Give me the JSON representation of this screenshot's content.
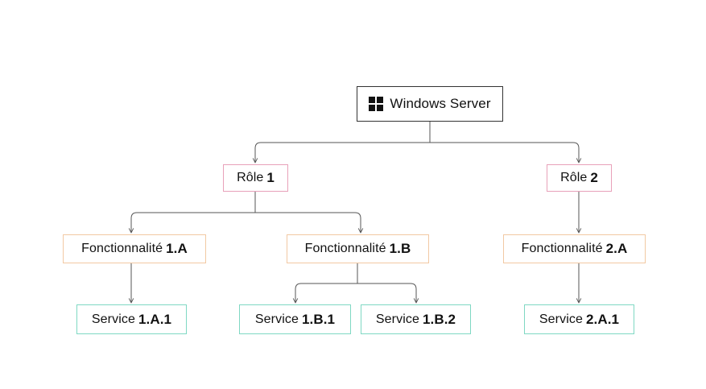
{
  "diagram": {
    "root": {
      "label": "Windows Server",
      "icon": "windows-logo-icon"
    },
    "roles": [
      {
        "label": "Rôle",
        "code": "1"
      },
      {
        "label": "Rôle",
        "code": "2"
      }
    ],
    "features": [
      {
        "label": "Fonctionnalité",
        "code": "1.A"
      },
      {
        "label": "Fonctionnalité",
        "code": "1.B"
      },
      {
        "label": "Fonctionnalité",
        "code": "2.A"
      }
    ],
    "services": [
      {
        "label": "Service",
        "code": "1.A.1"
      },
      {
        "label": "Service",
        "code": "1.B.1"
      },
      {
        "label": "Service",
        "code": "1.B.2"
      },
      {
        "label": "Service",
        "code": "2.A.1"
      }
    ],
    "colors": {
      "root_border": "#333333",
      "role_border": "#e8a1b9",
      "feature_border": "#f2c9a3",
      "service_border": "#7fd8c3",
      "connector": "#555555"
    }
  }
}
